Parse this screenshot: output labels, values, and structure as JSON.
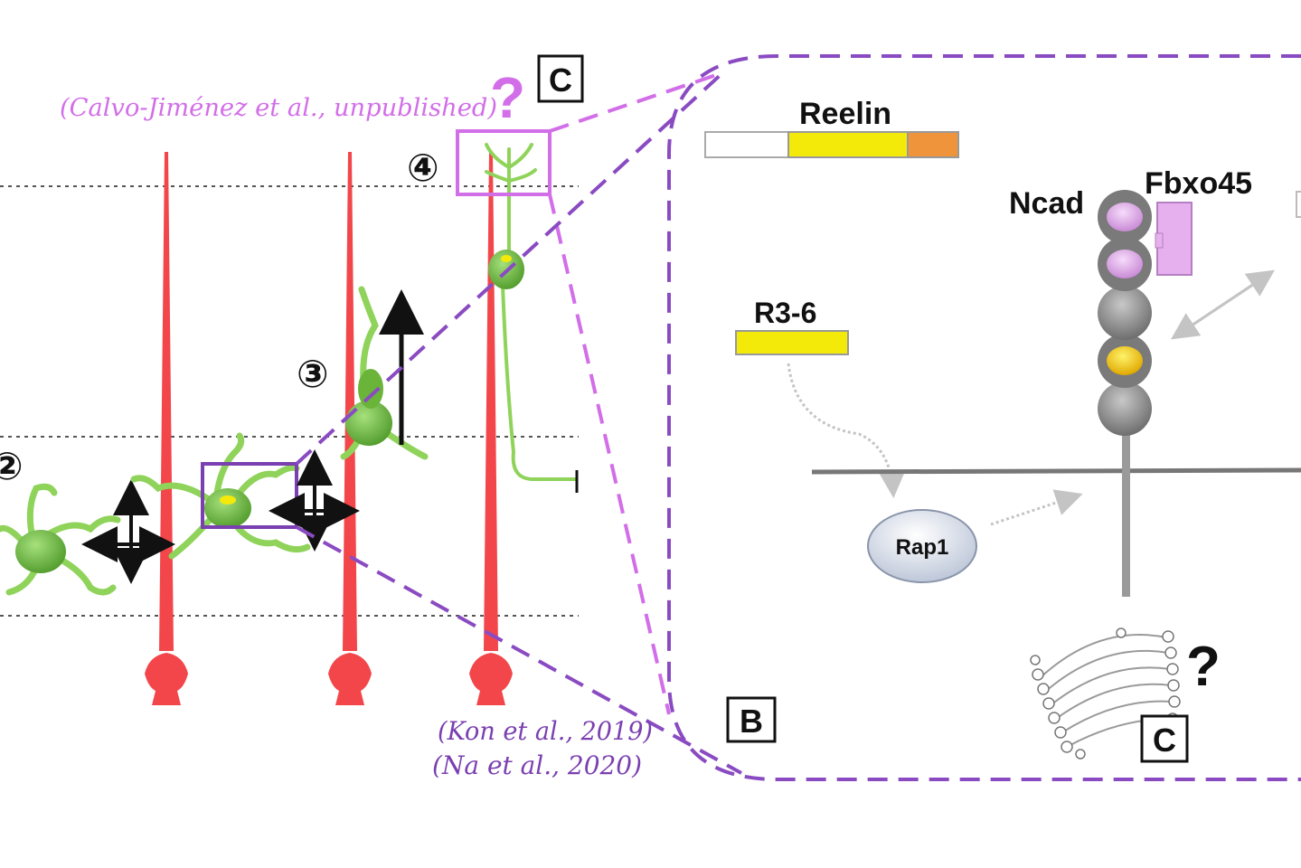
{
  "colors": {
    "radial_glia": "#f2464a",
    "neuron": "#6ab43a",
    "neuron_process": "#8fd35a",
    "citation_magenta": "#d26ee8",
    "citation_purple": "#7a3fb0",
    "dash_purple": "#8a4bc2",
    "reelin_yellow": "#f4ea0a",
    "reelin_orange": "#f0943c",
    "ncad_pink": "#e6b0ef",
    "domain_gray": "#7f7f7f"
  },
  "labels": {
    "reelin": "Reelin",
    "r36": "R3-6",
    "ncad": "Ncad",
    "fbxo45": "Fbxo45",
    "rap1": "Rap1",
    "question": "?",
    "box_c": "C",
    "box_b": "B",
    "step2": "②",
    "step3": "③",
    "step4": "④"
  },
  "citations": {
    "calvo": "(Calvo-Jiménez et al., unpublished)",
    "kon": "(Kon et al., 2019)",
    "na": "(Na et al., 2020)"
  },
  "icons": [
    "four-way-arrow-icon",
    "vertical-arrow-icon",
    "golgi-icon",
    "double-headed-arrow-icon"
  ]
}
